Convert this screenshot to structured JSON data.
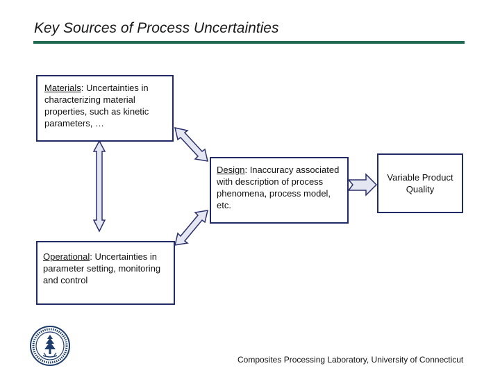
{
  "slide": {
    "title": "Key Sources of Process Uncertainties",
    "footer": "Composites Processing Laboratory, University of Connecticut"
  },
  "boxes": {
    "materials": {
      "label": "Materials",
      "text": ": Uncertainties in characterizing material properties, such as kinetic parameters, …"
    },
    "design": {
      "label": "Design",
      "text": ": Inaccuracy associated with description of process phenomena, process model, etc."
    },
    "operational": {
      "label": "Operational",
      "text": ": Uncertainties in parameter setting, monitoring and control"
    },
    "quality": {
      "text": "Variable Product Quality"
    }
  },
  "logo": {
    "name": "university-seal-icon",
    "lettering": "UNIVERSITY OF CONNECTICUT 1881"
  },
  "colors": {
    "title_rule": "#1e6b52",
    "box_border": "#1f2a66",
    "arrow_fill": "#e4e6f2",
    "arrow_stroke": "#2b2f6a",
    "seal": "#1e3d6b"
  }
}
